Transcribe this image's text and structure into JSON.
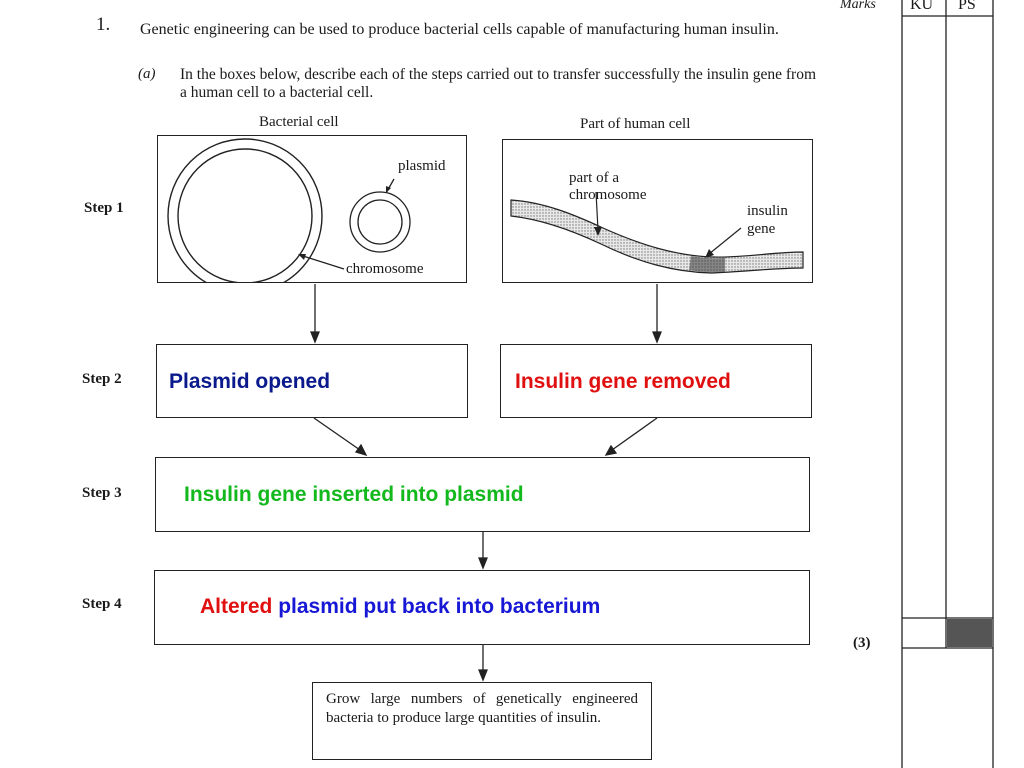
{
  "question": {
    "number": "1.",
    "stem": "Genetic engineering can be used to produce bacterial cells capable of manufacturing human insulin.",
    "part_label": "(a)",
    "part_text": "In the boxes below, describe each of the steps carried out to transfer successfully the insulin gene from a human cell to a bacterial cell."
  },
  "diagram": {
    "left_heading": "Bacterial cell",
    "right_heading": "Part of human cell",
    "left_labels": {
      "plasmid": "plasmid",
      "chromosome": "chromosome"
    },
    "right_labels": {
      "chromosome_line1": "part of a",
      "chromosome_line2": "chromosome",
      "gene_line1": "insulin",
      "gene_line2": "gene"
    }
  },
  "steps": {
    "step1": "Step 1",
    "step2": "Step 2",
    "step3": "Step 3",
    "step4": "Step 4"
  },
  "answers": {
    "step2_left": "Plasmid opened",
    "step2_right": "Insulin gene removed",
    "step3": "Insulin gene inserted into plasmid",
    "step4_part1": "Altered",
    "step4_part2": "plasmid put back into bacterium"
  },
  "final_box": "Grow large numbers of genetically engineered bacteria to produce large quantities of insulin.",
  "marks": {
    "label": "Marks",
    "ku": "KU",
    "ps": "PS",
    "score": "(3)"
  },
  "colors": {
    "navy": "#0a1a8c",
    "red": "#e01010",
    "green": "#13b81c",
    "blue": "#1717d6"
  }
}
